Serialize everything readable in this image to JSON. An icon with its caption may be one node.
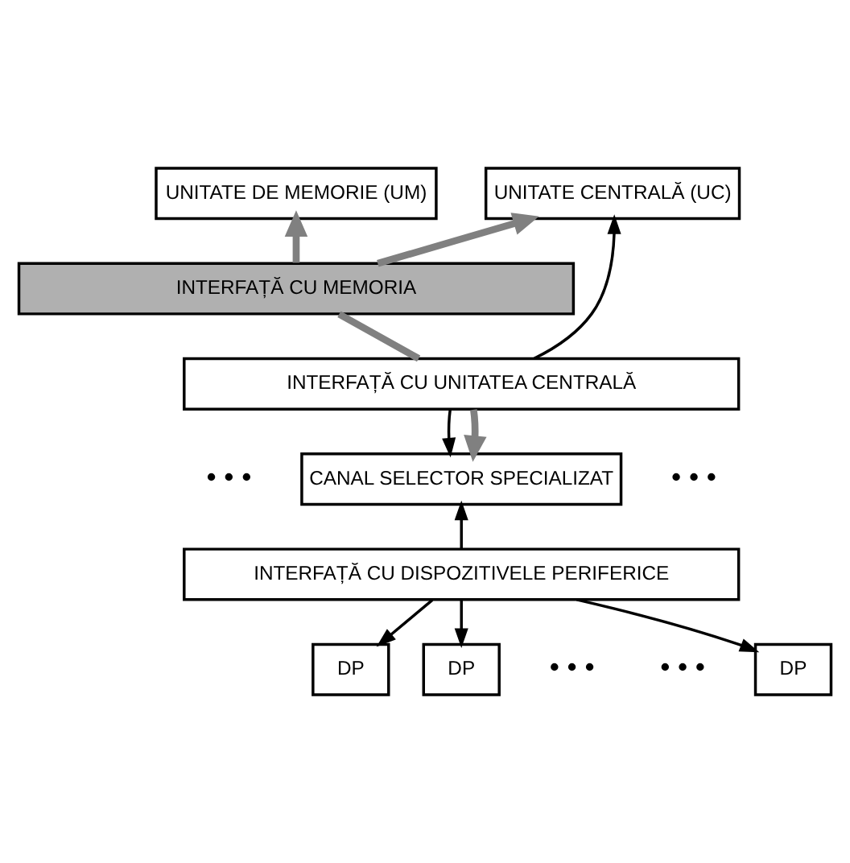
{
  "diagram": {
    "nodes": [
      {
        "text": [
          "UNITATE CENTRALĂ (UC)"
        ]
      },
      {
        "text": [
          "UNITATE DE MEMORIE (UM)"
        ]
      },
      {
        "text": [
          "INTERFAȚĂ CU MEMORIA"
        ]
      },
      {
        "text": [
          "INTERFAȚĂ CU UNITATEA CENTRALĂ"
        ]
      },
      {
        "text": [
          "CANAL SELECTOR SPECIALIZAT"
        ]
      },
      {
        "text": [
          "INTERFAȚĂ CU DISPOZITIVELE PERIFERICE"
        ]
      },
      {
        "text": [
          "DP"
        ]
      },
      {
        "text": [
          "DP"
        ]
      },
      {
        "text": [
          "DP"
        ]
      }
    ],
    "edges": [
      {
        "from": 3,
        "to": 0,
        "arrow": "to"
      },
      {
        "from": 2,
        "to": 0,
        "arrow": "to",
        "style": "thick",
        "color": "#808080"
      },
      {
        "from": 2,
        "to": 1,
        "arrow": "to",
        "style": "thick",
        "color": "#808080"
      },
      {
        "from": 2,
        "to": 3,
        "arrow": "none",
        "style": "thick",
        "color": "#808080"
      },
      {
        "from": 3,
        "to": 4,
        "arrow": "to"
      },
      {
        "from": 3,
        "to": 4,
        "arrow": "to",
        "style": "thick",
        "color": "#808080"
      },
      {
        "from": 5,
        "to": 4,
        "arrow": "to"
      },
      {
        "from": 5,
        "to": 6,
        "arrow": "to"
      },
      {
        "from": 5,
        "to": 7,
        "arrow": "to"
      },
      {
        "from": 5,
        "to": 8,
        "arrow": "to"
      }
    ],
    "labels": [
      "• • •",
      "• • •",
      "• • •",
      "• • •"
    ]
  }
}
